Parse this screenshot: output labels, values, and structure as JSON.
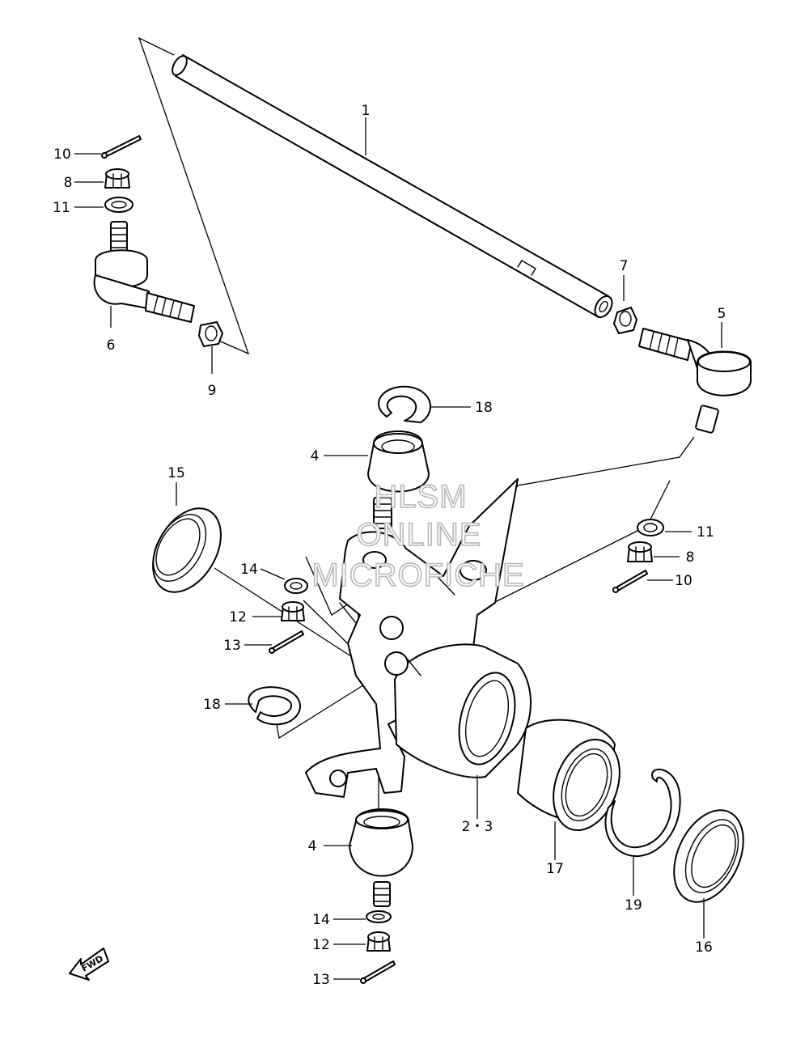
{
  "callouts": {
    "c1": "1",
    "c2_3": "2・3",
    "c4a": "4",
    "c4b": "4",
    "c5": "5",
    "c6": "6",
    "c7": "7",
    "c8a": "8",
    "c8b": "8",
    "c9": "9",
    "c10a": "10",
    "c10b": "10",
    "c11a": "11",
    "c11b": "11",
    "c12a": "12",
    "c12b": "12",
    "c13a": "13",
    "c13b": "13",
    "c14a": "14",
    "c14b": "14",
    "c15": "15",
    "c16": "16",
    "c17": "17",
    "c18a": "18",
    "c18b": "18",
    "c19": "19"
  },
  "watermark": {
    "line1": "HLSM",
    "line2": "ONLINE",
    "line3": "MICROFICHE"
  },
  "fwd_label": "FWD"
}
